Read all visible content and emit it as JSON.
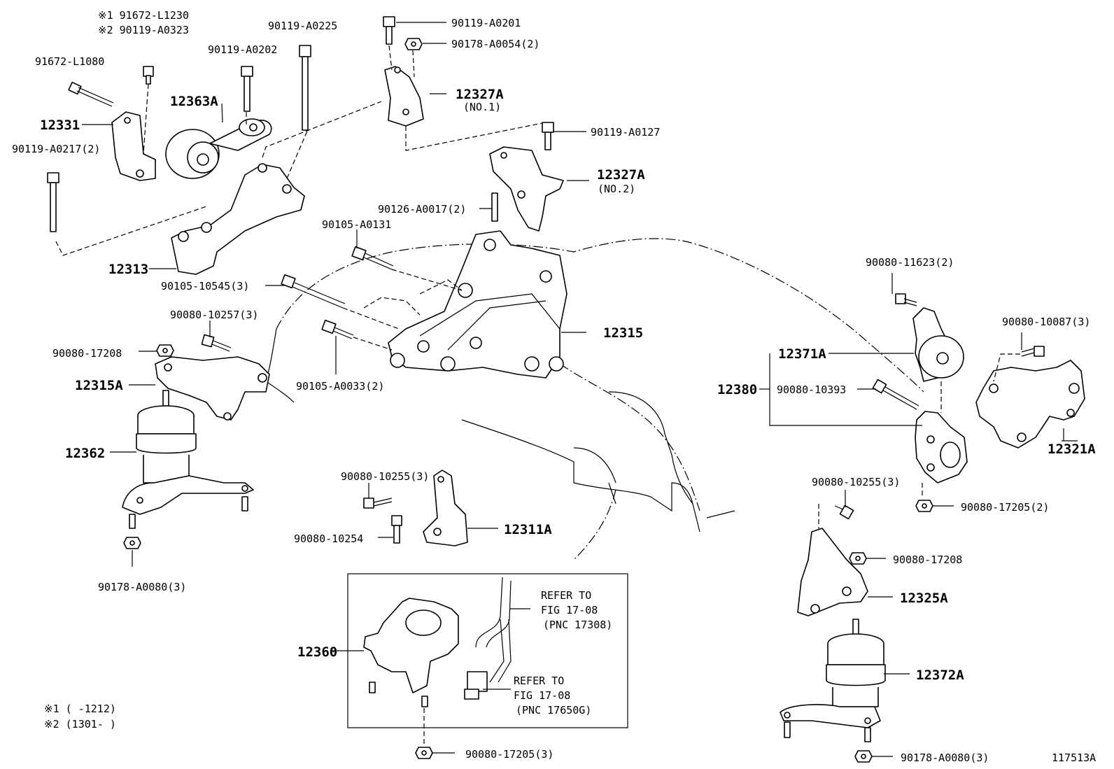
{
  "diagram_id": "117513A",
  "legend": {
    "note1": "※1 (     -1212)",
    "note2": "※2 (1301-     )"
  },
  "refer_boxes": [
    {
      "line1": "REFER TO",
      "line2": "FIG 17-08",
      "line3": "(PNC 17308)"
    },
    {
      "line1": "REFER TO",
      "line2": "FIG 17-08",
      "line3": "(PNC 17650G)"
    }
  ],
  "labels": {
    "p91672_L1230": "※1 91672-L1230",
    "p90119_A0323": "※2 90119-A0323",
    "p90119_A0225": "90119-A0225",
    "p90119_A0202": "90119-A0202",
    "p91672_L1080": "91672-L1080",
    "p12363A": "12363A",
    "p12331": "12331",
    "p90119_A0217": "90119-A0217(2)",
    "p12313": "12313",
    "p90105_10545": "90105-10545(3)",
    "p90119_A0201": "90119-A0201",
    "p90178_A0054": "90178-A0054(2)",
    "p12327A_1": "12327A",
    "p12327A_1_sub": "(NO.1)",
    "p90119_A0127": "90119-A0127",
    "p12327A_2": "12327A",
    "p12327A_2_sub": "(NO.2)",
    "p90126_A0017": "90126-A0017(2)",
    "p90105_A0131": "90105-A0131",
    "p12315": "12315",
    "p90105_A0033": "90105-A0033(2)",
    "p90080_10257": "90080-10257(3)",
    "p90080_17208_l": "90080-17208",
    "p12315A": "12315A",
    "p12362": "12362",
    "p90178_A0080_l": "90178-A0080(3)",
    "p90080_10255_c": "90080-10255(3)",
    "p90080_10254": "90080-10254",
    "p12311A": "12311A",
    "p12360": "12360",
    "p90080_17205_c": "90080-17205(3)",
    "p90080_11623": "90080-11623(2)",
    "p12371A": "12371A",
    "p12380": "12380",
    "p90080_10393": "90080-10393",
    "p90080_10087": "90080-10087(3)",
    "p12321A": "12321A",
    "p90080_17205_r": "90080-17205(2)",
    "p90080_10255_r": "90080-10255(3)",
    "p90080_17208_r": "90080-17208",
    "p12325A": "12325A",
    "p12372A": "12372A",
    "p90178_A0080_r": "90178-A0080(3)"
  }
}
